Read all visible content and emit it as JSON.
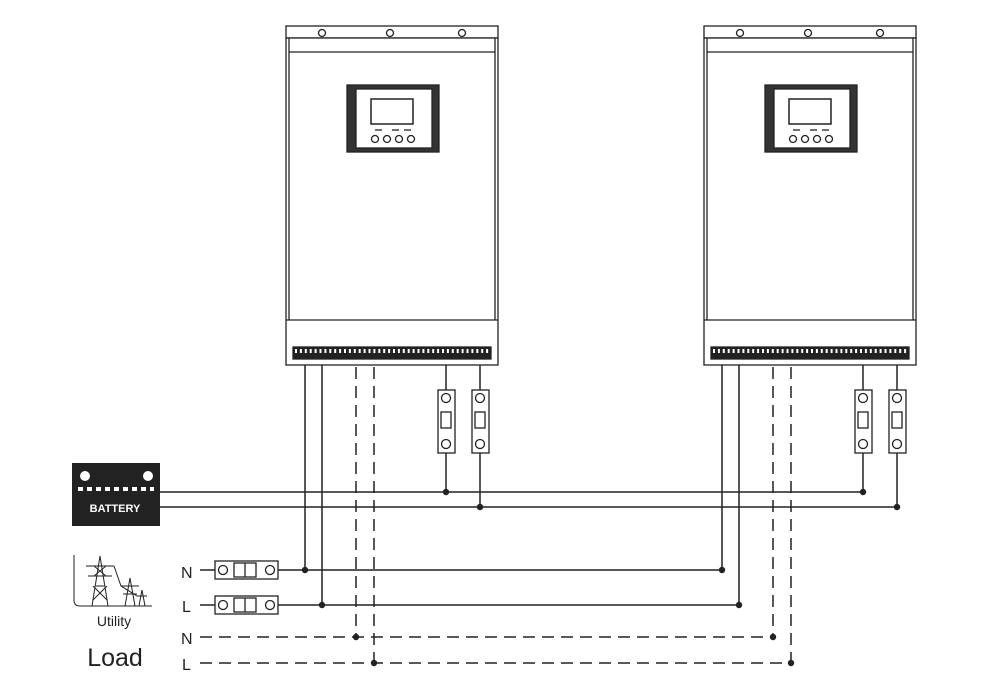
{
  "labels": {
    "battery": "BATTERY",
    "utility": "Utility",
    "load": "Load",
    "utility_n": "N",
    "utility_l": "L",
    "load_n": "N",
    "load_l": "L"
  },
  "units": [
    {
      "name": "inverter-left"
    },
    {
      "name": "inverter-right"
    }
  ],
  "colors": {
    "line": "#222222",
    "battery_fill": "#222222"
  }
}
